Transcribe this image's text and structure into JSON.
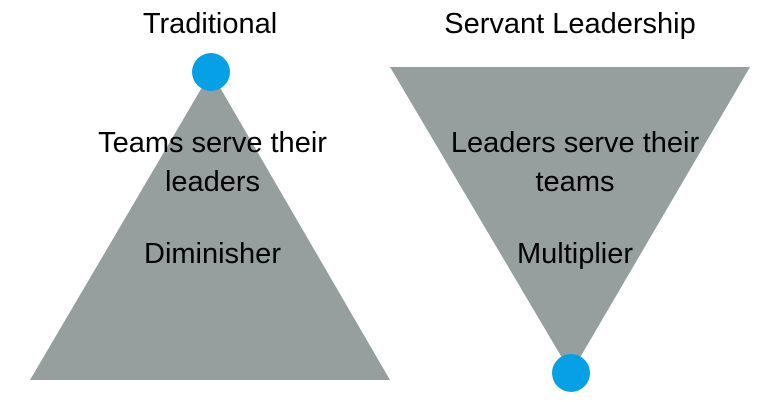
{
  "colors": {
    "triangle_fill": "#979e9e",
    "dot_fill": "#06a0e6",
    "text": "#000000",
    "background": "#ffffff"
  },
  "traditional": {
    "title": "Traditional",
    "statement_line1": "Teams serve their",
    "statement_line2": "leaders",
    "label": "Diminisher"
  },
  "servant": {
    "title": "Servant Leadership",
    "statement_line1": "Leaders serve their",
    "statement_line2": "teams",
    "label": "Multiplier"
  }
}
